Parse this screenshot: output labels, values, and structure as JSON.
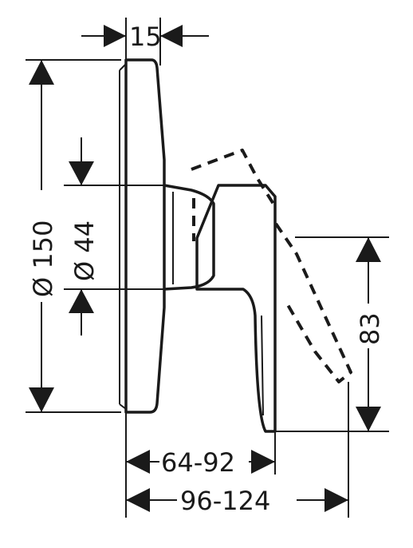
{
  "dimensions": {
    "cover_depth": "15",
    "cover_diameter": "Ø 150",
    "inner_diameter": "Ø 44",
    "lever_height": "83",
    "handle_projection": "64-92",
    "total_projection": "96-124"
  },
  "colors": {
    "line": "#1a1a1a",
    "background": "#ffffff"
  }
}
